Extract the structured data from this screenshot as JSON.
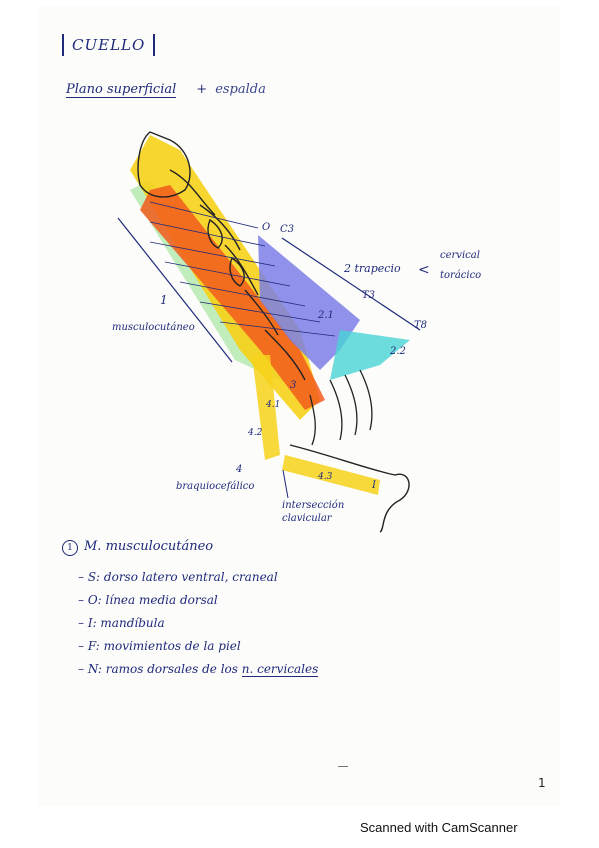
{
  "title": "CUELLO",
  "subtitle": {
    "main": "Plano superficial",
    "plus": "+",
    "extra": "espalda"
  },
  "figure_labels": {
    "label_1": "1",
    "label_musculo": "musculocutáneo",
    "label_2": "2 trapecio",
    "label_cervical": "cervical",
    "label_toracico": "torácico",
    "label_O": "O",
    "label_C3": "C3",
    "label_T3": "T3",
    "label_T8": "T8",
    "label_21": "2.1",
    "label_22": "2.2",
    "label_3": "3",
    "label_41": "4.1",
    "label_42": "4.2",
    "label_43": "4.3",
    "label_4": "4",
    "label_I": "I",
    "label_braquio": "braquiocefálico",
    "label_inter": "intersección",
    "label_clav": "clavicular"
  },
  "section": {
    "number": "1",
    "heading": "M. musculocutáneo",
    "items": [
      "S: dorso latero ventral, craneal",
      "O: línea media dorsal",
      "I: mandíbula",
      "F: movimientos de la piel",
      "N: ramos dorsales de los"
    ],
    "last_underlined": "n. cervicales"
  },
  "page_number": "1",
  "footer": "Scanned with CamScanner",
  "colors": {
    "ink": "#1f2a7a",
    "yellow": "#f7d21a",
    "orange": "#f25a1c",
    "blue": "#7b7ee6",
    "cyan": "#49d3d6",
    "green": "#a8e6a0"
  }
}
